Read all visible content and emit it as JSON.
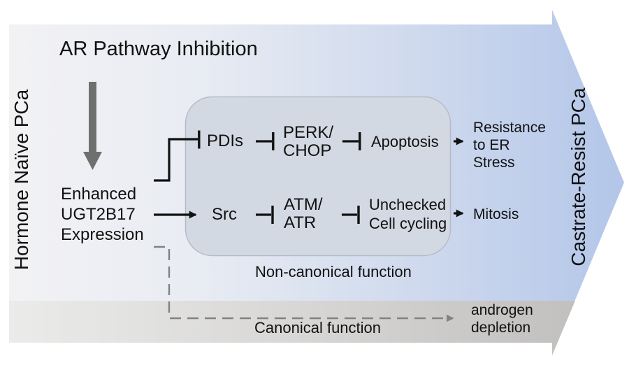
{
  "title": "AR Pathway Inhibition",
  "left_label": "Hormone Naïve PCa",
  "right_label": "Castrate-Resist PCa",
  "trigger_lines": [
    "Enhanced",
    "UGT2B17",
    "Expression"
  ],
  "noncanonical": {
    "label": "Non-canonical function",
    "row1": {
      "pdis": "PDIs",
      "perk_lines": [
        "PERK/",
        "CHOP"
      ],
      "apoptosis": "Apoptosis",
      "outcome_lines": [
        "Resistance",
        "to ER",
        "Stress"
      ]
    },
    "row2": {
      "src": "Src",
      "atm_lines": [
        "ATM/",
        "ATR"
      ],
      "cycling_lines": [
        "Unchecked",
        "Cell cycling"
      ],
      "outcome": "Mitosis"
    }
  },
  "canonical": {
    "label": "Canonical function",
    "outcome_lines": [
      "androgen",
      "depletion"
    ]
  },
  "colors": {
    "arrow_blue": "#b3c6e9",
    "arrow_light": "#f2f2f4",
    "band_gray": "#c1c0bf",
    "box_fill": "#d3d9e3",
    "box_border": "#b5bbc5",
    "line": "#111111",
    "dashed_gray": "#828282",
    "down_arrow_gray": "#6f6f6f"
  }
}
